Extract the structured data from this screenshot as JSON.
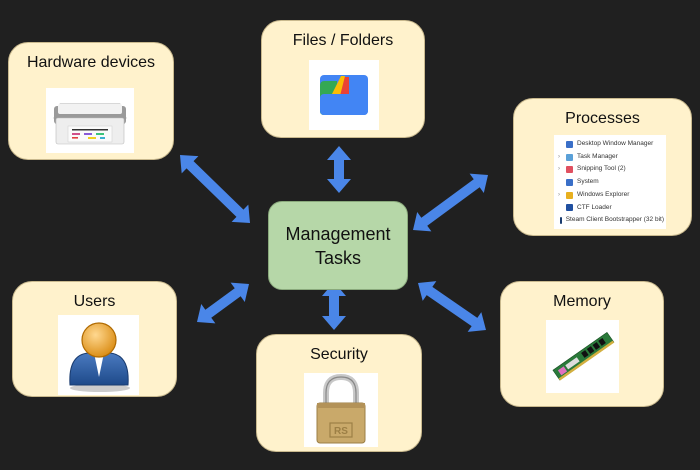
{
  "center": {
    "line1": "Management",
    "line2": "Tasks",
    "color": "#b6d7a8"
  },
  "nodes": {
    "hardware": {
      "title": "Hardware devices",
      "image": "printer-image"
    },
    "files": {
      "title": "Files / Folders",
      "image": "files-app-icon"
    },
    "processes": {
      "title": "Processes",
      "items": [
        {
          "label": "Desktop Window Manager",
          "expandable": false
        },
        {
          "label": "Task Manager",
          "expandable": true
        },
        {
          "label": "Snipping Tool (2)",
          "expandable": true
        },
        {
          "label": "System",
          "expandable": false
        },
        {
          "label": "Windows Explorer",
          "expandable": true
        },
        {
          "label": "CTF Loader",
          "expandable": false
        },
        {
          "label": "Steam Client Bootstrapper (32 bit)",
          "expandable": false
        }
      ]
    },
    "users": {
      "title": "Users",
      "image": "user-avatar-icon"
    },
    "security": {
      "title": "Security",
      "image": "padlock-image"
    },
    "memory": {
      "title": "Memory",
      "image": "ram-module-image"
    }
  },
  "colors": {
    "node_fill": "#fff2cc",
    "arrow": "#4a86e8",
    "background": "#202020"
  }
}
